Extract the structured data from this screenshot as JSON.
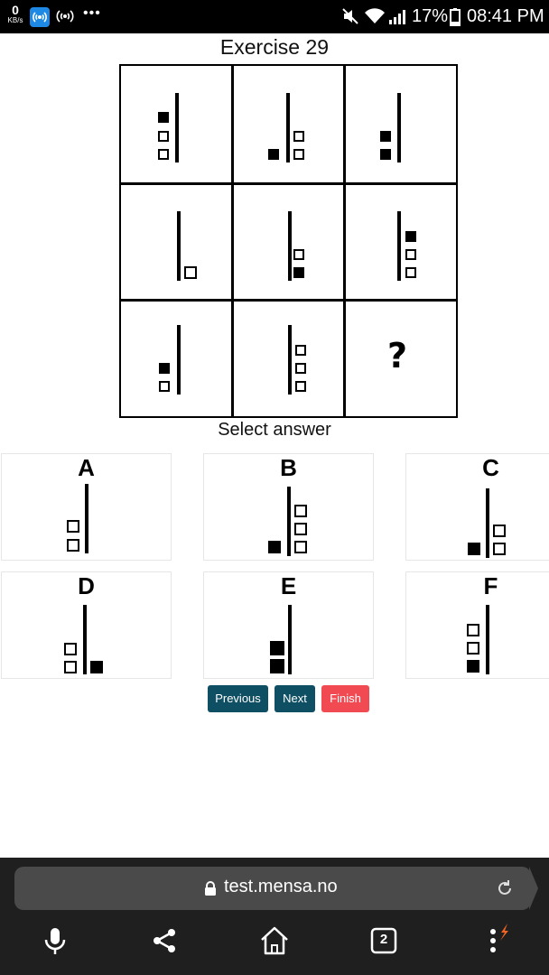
{
  "status_bar": {
    "kbs_value": "0",
    "kbs_unit": "KB/s",
    "overflow": "•••",
    "battery": "17%",
    "time": "08:41 PM",
    "icons": [
      "hotspot-icon",
      "wireless-icon",
      "mute-icon",
      "wifi-icon",
      "signal-icon",
      "battery-icon"
    ]
  },
  "exercise_title": "Exercise 29",
  "question_mark": "?",
  "select_label": "Select answer",
  "options": [
    "A",
    "B",
    "C",
    "D",
    "E",
    "F"
  ],
  "buttons": {
    "previous": "Previous",
    "next": "Next",
    "finish": "Finish"
  },
  "browser": {
    "url": "test.mensa.no",
    "tab_count": "2",
    "icons": [
      "lock-icon",
      "reload-icon",
      "microphone-icon",
      "share-icon",
      "home-icon",
      "tabs-icon",
      "menu-icon"
    ]
  },
  "colors": {
    "primary_button": "#0e4f63",
    "finish_button": "#f24a52",
    "browser_bg": "#1f1f1f"
  }
}
